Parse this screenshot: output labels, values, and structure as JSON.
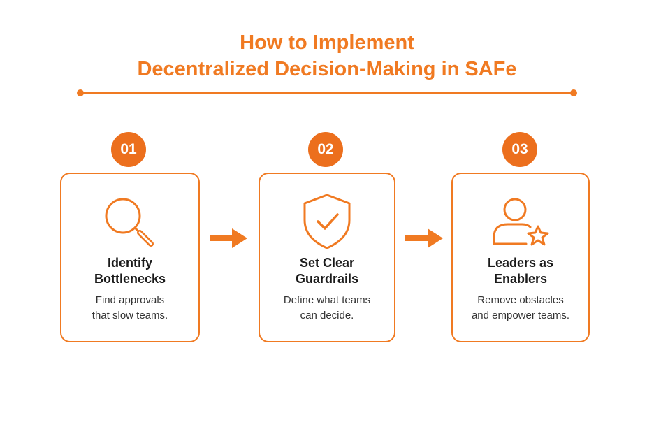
{
  "title": {
    "line1": "How to Implement",
    "line2": "Decentralized Decision-Making in SAFe"
  },
  "colors": {
    "accent": "#f07a22",
    "badge": "#ec6f1d",
    "text": "#1b1b1b"
  },
  "steps": [
    {
      "number": "01",
      "icon": "magnifying-glass-icon",
      "title_line1": "Identify",
      "title_line2": "Bottlenecks",
      "desc_line1": "Find approvals",
      "desc_line2": "that slow teams."
    },
    {
      "number": "02",
      "icon": "shield-check-icon",
      "title_line1": "Set Clear",
      "title_line2": "Guardrails",
      "desc_line1": "Define what teams",
      "desc_line2": "can decide."
    },
    {
      "number": "03",
      "icon": "user-star-icon",
      "title_line1": "Leaders as",
      "title_line2": "Enablers",
      "desc_line1": "Remove obstacles",
      "desc_line2": "and empower teams."
    }
  ]
}
